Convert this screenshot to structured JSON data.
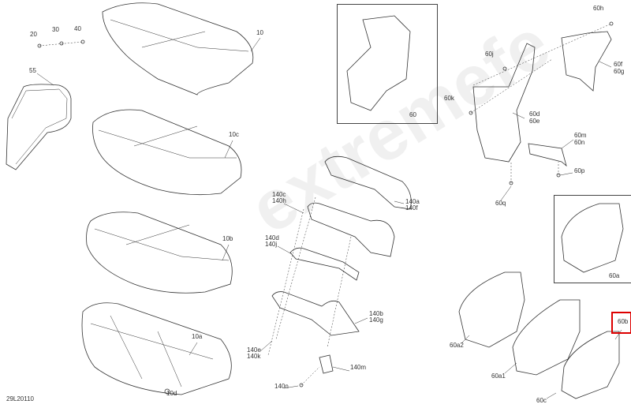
{
  "diagram_id": "29L20110",
  "watermark": "extremefe",
  "highlight_color": "#dd0000",
  "parts": {
    "p20": "20",
    "p30": "30",
    "p40": "40",
    "p10": "10",
    "p55": "55",
    "p10c": "10c",
    "p10b": "10b",
    "p10a": "10a",
    "p10d": "10d",
    "p140c": "140c",
    "p140h": "140h",
    "p140d": "140d",
    "p140j": "140j",
    "p140a": "140a",
    "p140f": "140f",
    "p140b": "140b",
    "p140g": "140g",
    "p140e": "140e",
    "p140k": "140k",
    "p140n": "140n",
    "p140m": "140m",
    "p60": "60",
    "p60h": "60h",
    "p60j": "60j",
    "p60k": "60k",
    "p60d": "60d",
    "p60e": "60e",
    "p60f": "60f",
    "p60g": "60g",
    "p60m": "60m",
    "p60n": "60n",
    "p60p": "60p",
    "p60q": "60q",
    "p60a": "60a",
    "p60a2": "60a2",
    "p60a1": "60a1",
    "p60b": "60b",
    "p60c": "60c"
  }
}
